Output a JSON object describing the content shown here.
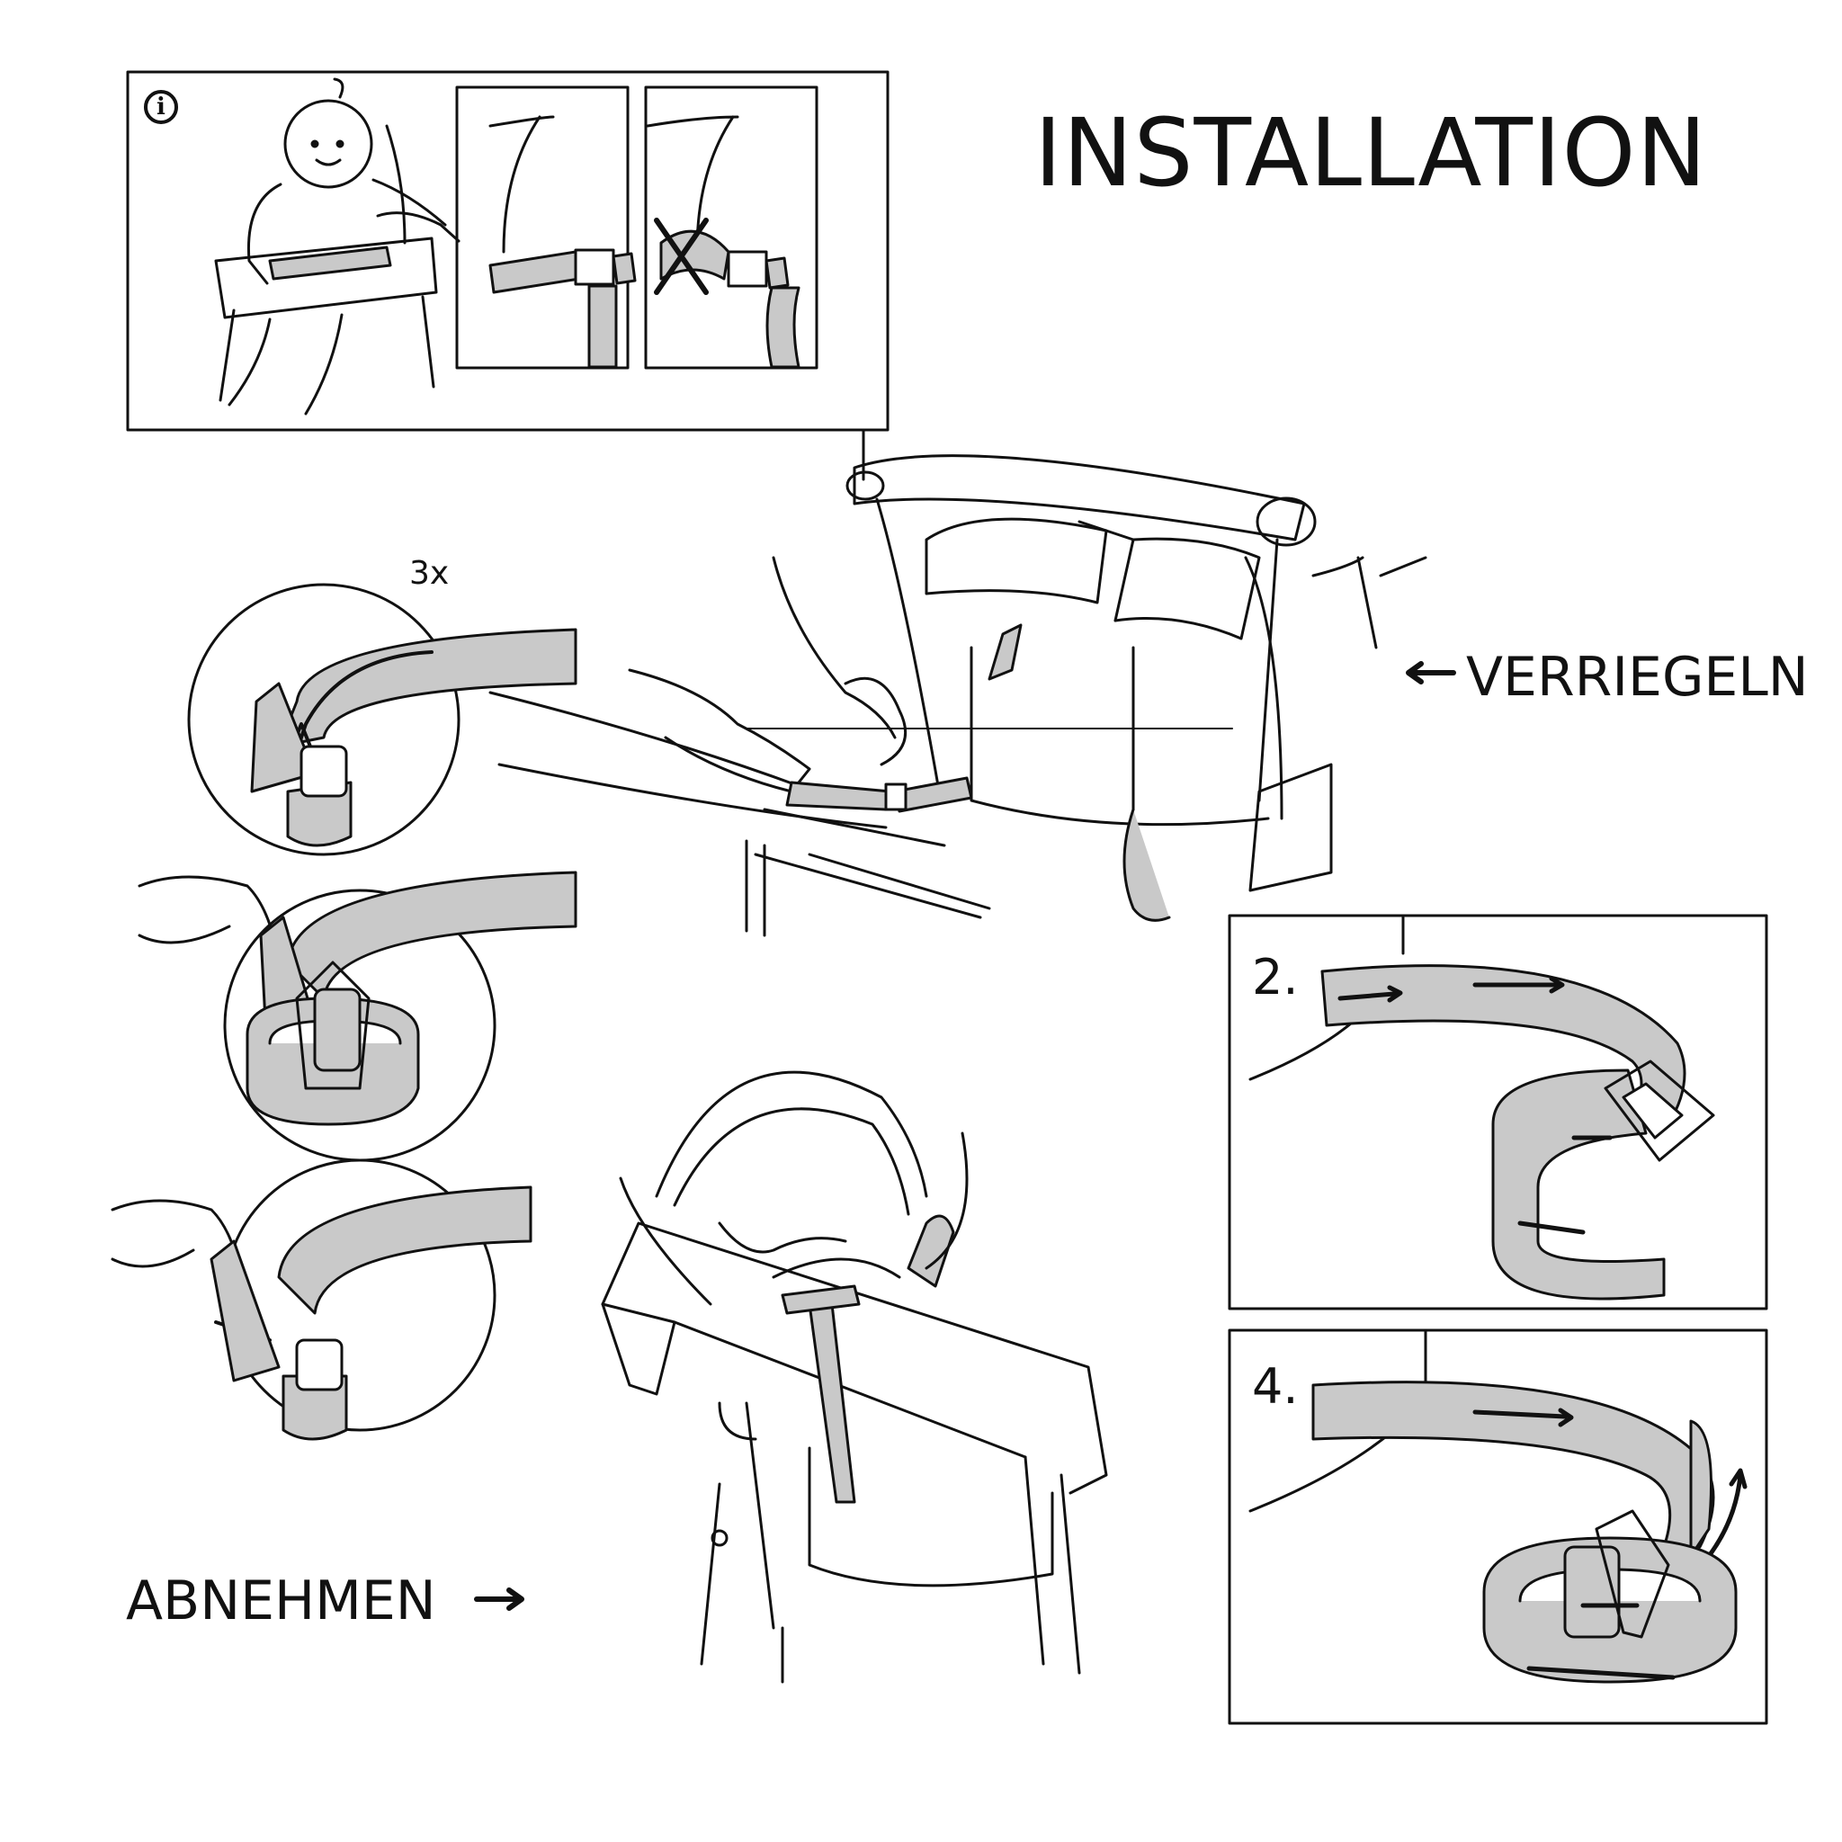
{
  "title": "INSTALLATION",
  "labels": {
    "lock": "VERRIEGELN",
    "remove": "ABNEHMEN",
    "repeat": "3x",
    "info_symbol": "i"
  },
  "steps": [
    {
      "number": "2."
    },
    {
      "number": "4."
    }
  ],
  "icons": {
    "lock_arrow": "arrow-left-icon",
    "remove_arrow": "arrow-right-icon"
  },
  "colors": {
    "line": "#111111",
    "strap": "#c9c9c9",
    "background": "#ffffff"
  }
}
